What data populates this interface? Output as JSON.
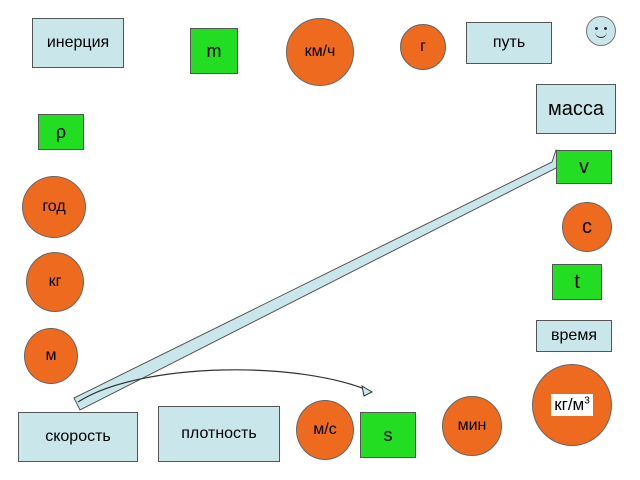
{
  "cards": {
    "inertia": "инерция",
    "path": "путь",
    "mass": "масса",
    "time": "время",
    "speed": "скорость",
    "density": "плотность"
  },
  "symbols": {
    "m": "m",
    "rho": "ρ",
    "v": "v",
    "t": "t",
    "s": "s"
  },
  "units": {
    "kmh": "км/ч",
    "g": "г",
    "year": "год",
    "kg": "кг",
    "meter": "м",
    "sec": "с",
    "ms": "м/с",
    "min": "мин",
    "kgm3_base": "кг/м",
    "kgm3_exp": "3"
  },
  "colors": {
    "card": "#c9e6ea",
    "symbol": "#22dd22",
    "unit": "#ee6a1e"
  },
  "icons": [
    "smiley-icon",
    "long-arrow-icon",
    "curved-arrow-icon"
  ]
}
